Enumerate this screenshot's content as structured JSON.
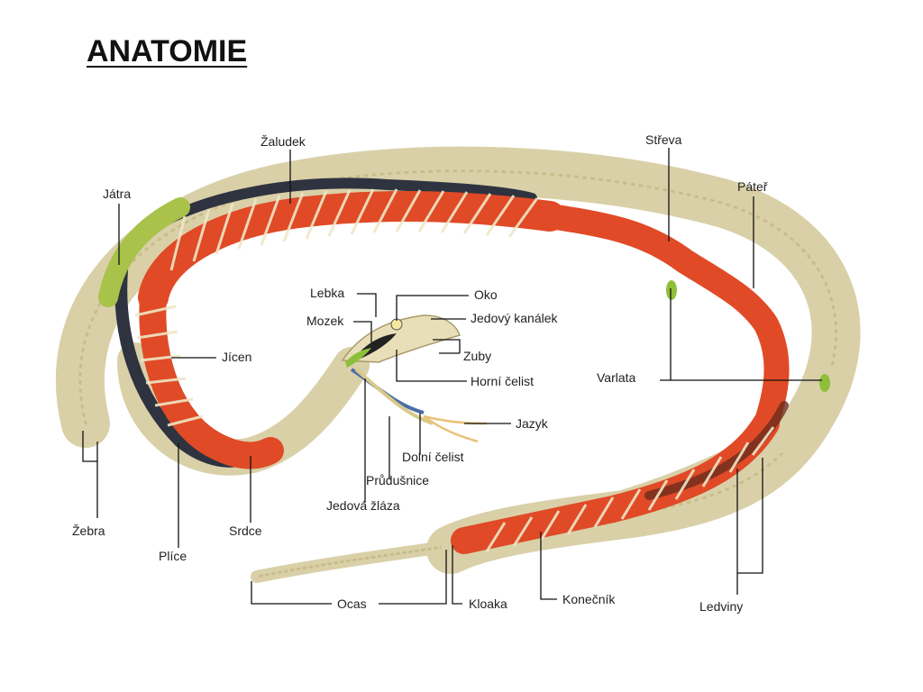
{
  "title": "ANATOMIE",
  "labels": {
    "zaludek": "Žaludek",
    "jatra": "Játra",
    "streva": "Střeva",
    "pater": "Páteř",
    "lebka": "Lebka",
    "oko": "Oko",
    "mozek": "Mozek",
    "jedovy_kanalek": "Jedový kanálek",
    "zuby": "Zuby",
    "jicen": "Jícen",
    "horni_celist": "Horní čelist",
    "varlata": "Varlata",
    "jazyk": "Jazyk",
    "dolni_celist": "Dolní čelist",
    "prudusnice": "Průdušnice",
    "jedova_zlaza": "Jedová žláza",
    "zebra": "Žebra",
    "plice": "Plíce",
    "srdce": "Srdce",
    "ocas": "Ocas",
    "kloaka": "Kloaka",
    "konecnik": "Konečník",
    "ledviny": "Ledviny"
  },
  "colors": {
    "digestive": "#e04a26",
    "lung": "#2f3340",
    "liver": "#a8c24a",
    "bone": "#d9d0a8",
    "gonad": "#8fbf3a"
  }
}
